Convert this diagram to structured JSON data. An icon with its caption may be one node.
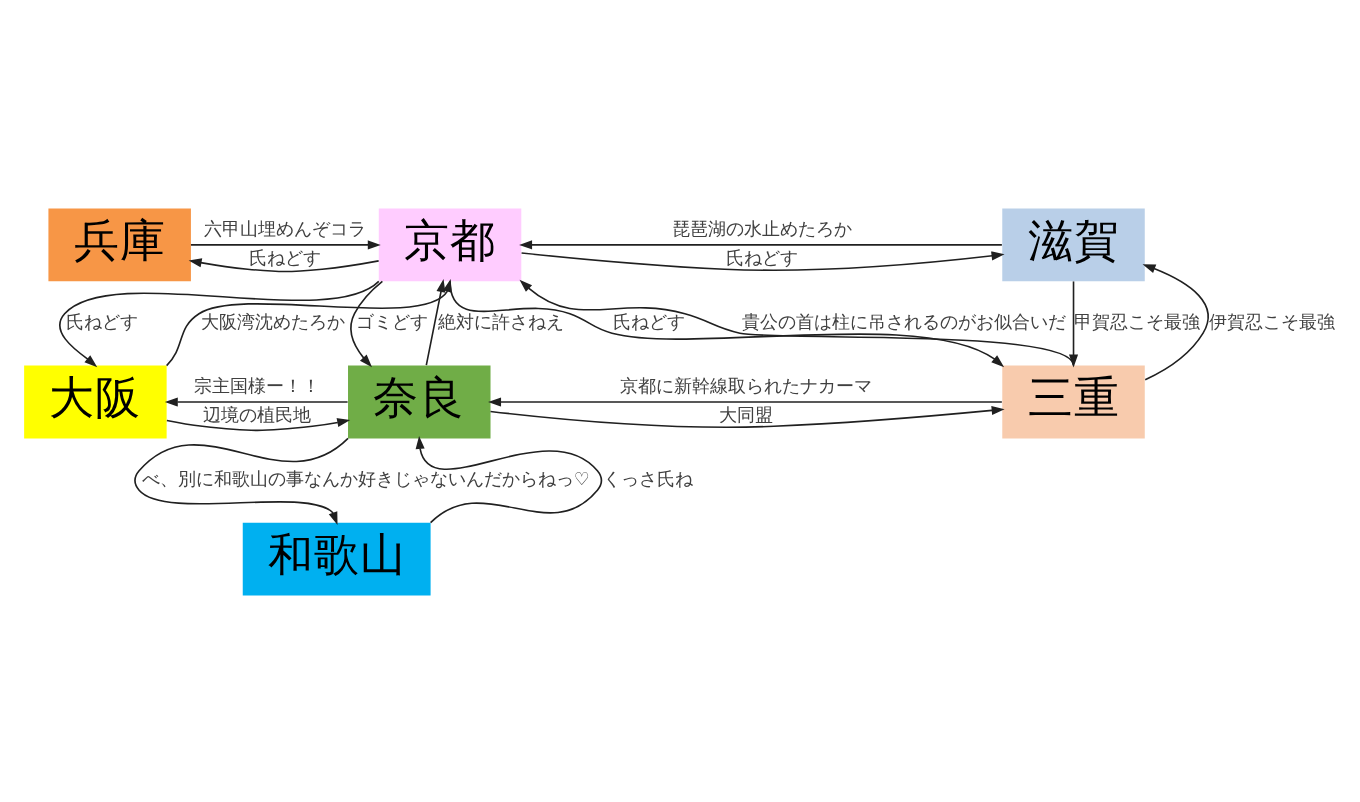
{
  "diagram": {
    "nodes": [
      {
        "text": [
          "兵庫"
        ]
      },
      {
        "text": [
          "京都"
        ]
      },
      {
        "text": [
          "滋賀"
        ]
      },
      {
        "text": [
          "大阪"
        ]
      },
      {
        "text": [
          "奈良"
        ]
      },
      {
        "text": [
          "三重"
        ]
      },
      {
        "text": [
          "和歌山"
        ]
      }
    ],
    "edges": [
      {
        "from": 1,
        "to": 0,
        "arrow": "to",
        "label": "氏ねどす"
      },
      {
        "from": 0,
        "to": 1,
        "arrow": "to",
        "label": "六甲山埋めんぞコラ"
      },
      {
        "from": 1,
        "to": 2,
        "arrow": "to",
        "label": "氏ねどす"
      },
      {
        "from": 2,
        "to": 1,
        "arrow": "to",
        "label": "琵琶湖の水止めたろか"
      },
      {
        "from": 1,
        "to": 3,
        "arrow": "to",
        "label": "氏ねどす"
      },
      {
        "from": 3,
        "to": 1,
        "arrow": "to",
        "label": "大阪湾沈めたろか"
      },
      {
        "from": 4,
        "to": 1,
        "arrow": "to",
        "label": "絶対に許さねえ"
      },
      {
        "from": 1,
        "to": 4,
        "arrow": "to",
        "label": "ゴミどす"
      },
      {
        "from": 1,
        "to": 5,
        "arrow": "to",
        "label": "氏ねどす"
      },
      {
        "from": 5,
        "to": 1,
        "arrow": "to",
        "label": "貴公の首は柱に吊されるのがお似合いだ"
      },
      {
        "from": 2,
        "to": 5,
        "arrow": "to",
        "label": "甲賀忍こそ最強"
      },
      {
        "from": 5,
        "to": 2,
        "arrow": "to",
        "label": "伊賀忍こそ最強"
      },
      {
        "from": 4,
        "to": 3,
        "arrow": "to",
        "label": "宗主国様ー！！"
      },
      {
        "from": 3,
        "to": 4,
        "arrow": "to",
        "label": "辺境の植民地"
      },
      {
        "from": 4,
        "to": 5,
        "arrow": "to",
        "label": "大同盟"
      },
      {
        "from": 5,
        "to": 4,
        "arrow": "to",
        "label": "京都に新幹線取られたナカーマ"
      },
      {
        "from": 6,
        "to": 4,
        "arrow": "to",
        "label": "くっさ氏ね"
      },
      {
        "from": 4,
        "to": 6,
        "arrow": "to",
        "label": "べ、別に和歌山の事なんか好きじゃないんだからねっ♡"
      }
    ]
  }
}
